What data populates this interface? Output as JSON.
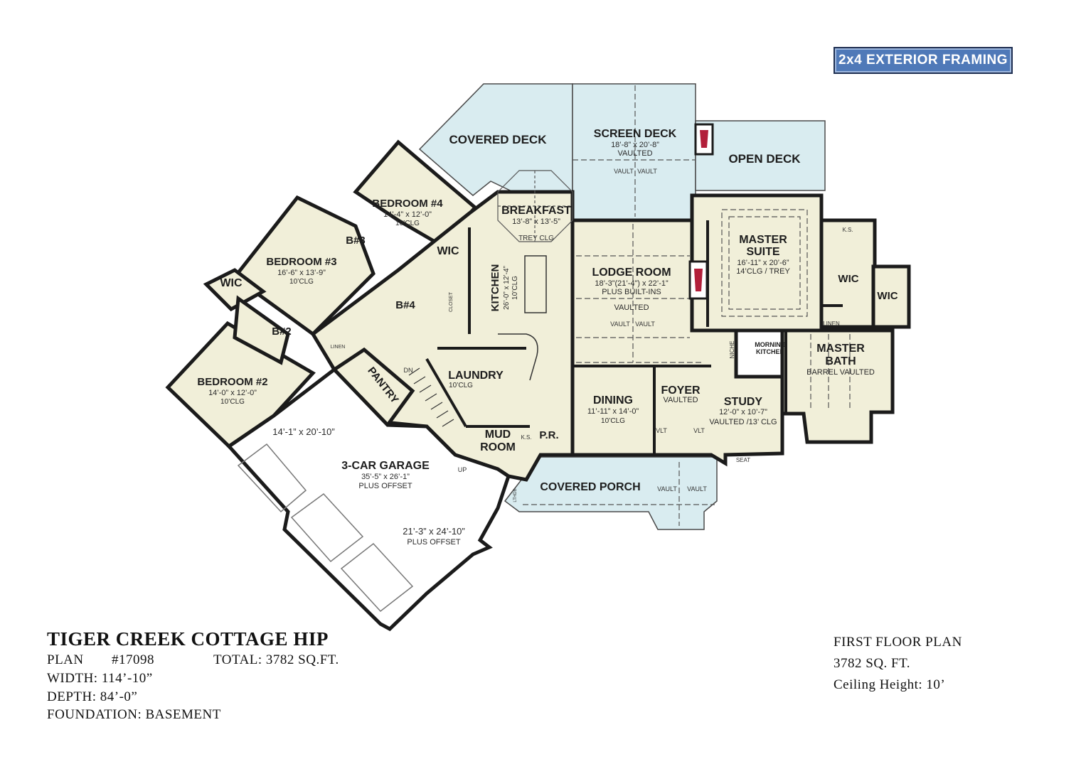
{
  "badge": "2x4 EXTERIOR FRAMING",
  "plan_info": {
    "title": "TIGER CREEK COTTAGE HIP",
    "plan_label": "PLAN",
    "plan_number": "#17098",
    "total": "TOTAL: 3782 SQ.FT.",
    "width": "WIDTH:  114’-10”",
    "depth": "DEPTH:  84’-0”",
    "foundation": "FOUNDATION: BASEMENT"
  },
  "floor_info": {
    "title": "FIRST FLOOR PLAN",
    "sqft": "3782 SQ. FT.",
    "ceiling": "Ceiling Height: 10’"
  },
  "rooms": {
    "covered_deck": {
      "name": "COVERED DECK"
    },
    "screen_deck": {
      "name": "SCREEN DECK",
      "dims": "18’-8” x 20’-8”",
      "ceiling": "VAULTED"
    },
    "open_deck": {
      "name": "OPEN DECK"
    },
    "bedroom4": {
      "name": "BEDROOM #4",
      "dims": "14’-4” x 12’-0”",
      "ceiling": "10’CLG"
    },
    "breakfast": {
      "name": "BREAKFAST",
      "dims": "13’-8” x 13’-5”",
      "ceiling": "TREY CLG"
    },
    "master_suite": {
      "name1": "MASTER",
      "name2": "SUITE",
      "dims": "16’-11” x 20’-6”",
      "ceiling": "14’CLG / TREY"
    },
    "bedroom3": {
      "name": "BEDROOM #3",
      "dims": "16’-6” x 13’-9”",
      "ceiling": "10’CLG"
    },
    "lodge_room": {
      "name": "LODGE ROOM",
      "dims": "18’-3”(21’-4”) x 22’-1”",
      "note": "PLUS BUILT-INS",
      "ceiling": "VAULTED"
    },
    "kitchen": {
      "name": "KITCHEN",
      "dims": "26’-0” x 12’-4”",
      "ceiling": "10’CLG"
    },
    "bedroom2": {
      "name": "BEDROOM #2",
      "dims": "14’-0” x 12’-0”",
      "ceiling": "10’CLG"
    },
    "laundry": {
      "name": "LAUNDRY",
      "ceiling": "10’CLG"
    },
    "dining": {
      "name": "DINING",
      "dims": "11’-11” x 14’-0”",
      "ceiling": "10’CLG"
    },
    "foyer": {
      "name": "FOYER",
      "ceiling": "VAULTED"
    },
    "study": {
      "name": "STUDY",
      "dims": "12’-0” x 10’-7”",
      "ceiling": "VAULTED /13’ CLG"
    },
    "master_bath": {
      "name1": "MASTER",
      "name2": "BATH",
      "ceiling": "BARREL VAULTED"
    },
    "garage": {
      "name": "3-CAR GARAGE",
      "dims": "35’-5” x 26’-1”",
      "note": "PLUS OFFSET",
      "dims_left": "14’-1” x 20’-10”",
      "dims_right": "21’-3” x 24’-10”",
      "note_right": "PLUS OFFSET"
    },
    "covered_porch": {
      "name": "COVERED PORCH"
    },
    "mud_room": {
      "name1": "MUD",
      "name2": "ROOM"
    }
  },
  "labels": {
    "wic": "WIC",
    "b3": "B#3",
    "b4": "B#4",
    "b2": "B#2",
    "pantry": "PANTRY",
    "pr": "P.R.",
    "ks": "K.S.",
    "linen": "LINEN",
    "morning1": "MORNING",
    "morning2": "KITCHEN",
    "niche": "NICHE",
    "seat": "SEAT",
    "vault": "VAULT",
    "vlt": "VLT",
    "dn": "DN",
    "up": "UP",
    "closet": "CLOSET",
    "lthdb": "LTHDB"
  }
}
